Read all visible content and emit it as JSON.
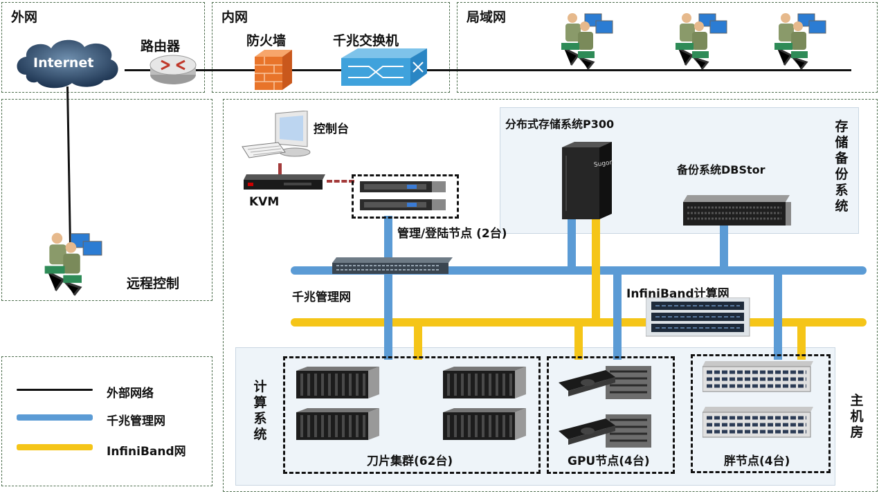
{
  "zones": {
    "external": "外网",
    "internal": "内网",
    "lan": "局域网"
  },
  "devices": {
    "internet": "Internet",
    "router": "路由器",
    "firewall": "防火墙",
    "gigabit_switch": "千兆交换机",
    "console": "控制台",
    "kvm": "KVM",
    "mgmt_nodes": "管理/登陆节点 (2台)",
    "remote_control": "远程控制",
    "mgmt_network": "千兆管理网",
    "ib_network": "InfiniBand计算网",
    "distributed_storage": "分布式存储系统P300",
    "backup_system": "备份系统DBStor",
    "storage_backup_system": "存储备份系统",
    "compute_system": "计算系统",
    "main_room": "主机房",
    "blade_cluster": "刀片集群(62台)",
    "gpu_nodes": "GPU节点(4台)",
    "fat_nodes": "胖节点(4台)",
    "server_brand": "Sugon"
  },
  "legend": {
    "external": "外部网络",
    "gigabit": "千兆管理网",
    "infiniband": "InfiniBand网"
  },
  "colors": {
    "gigabit": "#5b9bd5",
    "infiniband": "#f5c518",
    "external": "#111111"
  }
}
